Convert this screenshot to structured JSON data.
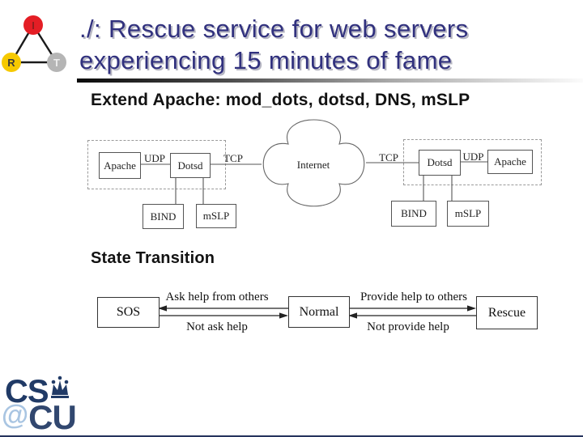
{
  "slide": {
    "title_line1": "./: Rescue service for web servers",
    "title_line2": "experiencing 15 minutes of fame",
    "subtitle": "Extend Apache: mod_dots, dotsd, DNS, mSLP",
    "section_heading": "State Transition",
    "title_color": "#31317e"
  },
  "logo_triangle": {
    "nodes": [
      {
        "label": "I",
        "color": "#e41e25",
        "text_color": "#8f1d1d"
      },
      {
        "label": "R",
        "color": "#f6c900",
        "text_color": "#3a3a3a"
      },
      {
        "label": "T",
        "color": "#b5b5b5",
        "text_color": "#ededed"
      }
    ]
  },
  "network_diagram": {
    "left_host": {
      "apache": "Apache",
      "udp_label": "UDP",
      "dotsd": "Dotsd",
      "tcp_label": "TCP",
      "bind": "BIND",
      "mslp": "mSLP"
    },
    "cloud_label": "Internet",
    "right_host": {
      "tcp_label": "TCP",
      "dotsd": "Dotsd",
      "udp_label": "UDP",
      "apache": "Apache",
      "bind": "BIND",
      "mslp": "mSLP"
    }
  },
  "state_diagram": {
    "sos": "SOS",
    "normal": "Normal",
    "rescue": "Rescue",
    "ask_label": "Ask help from others",
    "not_ask_label": "Not ask help",
    "provide_label": "Provide help to others",
    "not_provide_label": "Not provide help"
  },
  "footer_logo": {
    "cs": "CS",
    "at": "@",
    "cu": "CU",
    "navy": "#203a66",
    "light_blue": "#a9c5e2"
  }
}
